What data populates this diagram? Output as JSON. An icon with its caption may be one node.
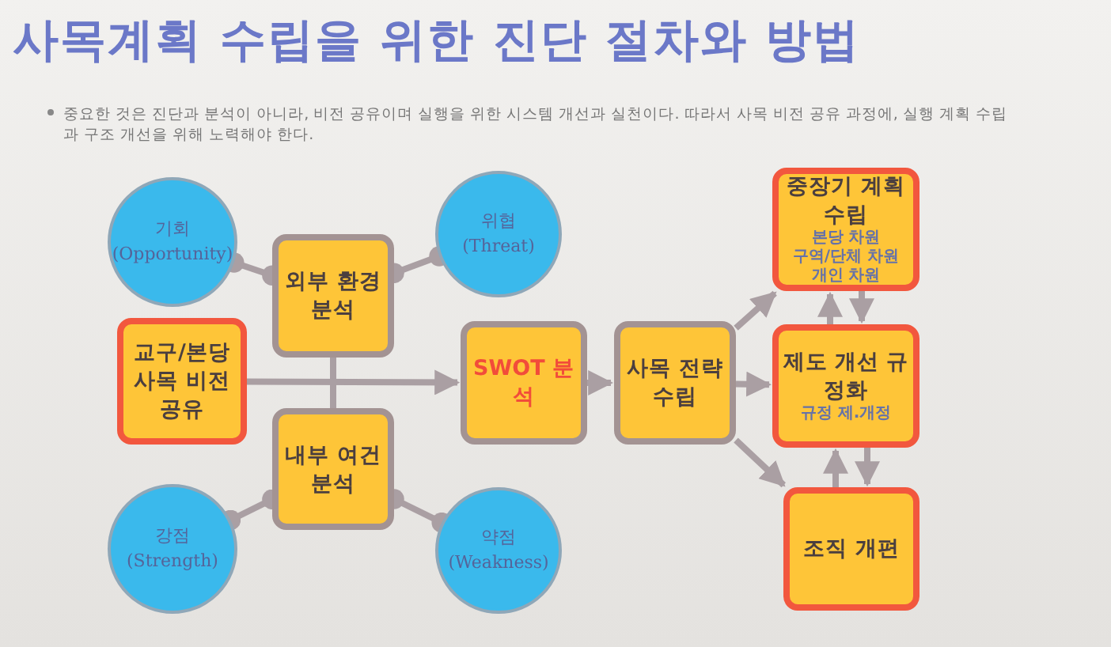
{
  "diagram": {
    "title": "사목계획 수립을 위한 진단 절차와 방법",
    "nodes": [
      {
        "text": [
          "기회",
          "(Opportunity)"
        ]
      },
      {
        "text": [
          "외부 환경 분석"
        ]
      },
      {
        "text": [
          "위협",
          "(Threat)"
        ]
      },
      {
        "text": [
          "교구/본당 사목 비전 공유"
        ]
      },
      {
        "text": [
          "SWOT 분석"
        ]
      },
      {
        "text": [
          "사목 전략 수립"
        ]
      },
      {
        "text": [
          "중장기 계획 수립",
          "본당 차원",
          "구역/단체 차원",
          "개인 차원"
        ]
      },
      {
        "text": [
          "제도 개선 규정화",
          "규정 제.개정"
        ]
      },
      {
        "text": [
          "내부 여건 분석"
        ]
      },
      {
        "text": [
          "강점",
          "(Strength)"
        ]
      },
      {
        "text": [
          "약점",
          "(Weakness)"
        ]
      },
      {
        "text": [
          "조직 개편"
        ]
      }
    ],
    "edges": [
      {
        "from": 1,
        "to": 0,
        "arrow": "other"
      },
      {
        "from": 1,
        "to": 2,
        "arrow": "other"
      },
      {
        "from": 8,
        "to": 9,
        "arrow": "other"
      },
      {
        "from": 8,
        "to": 10,
        "arrow": "other"
      },
      {
        "from": 1,
        "to": 8,
        "arrow": "none"
      },
      {
        "from": 3,
        "to": 4,
        "arrow": "to"
      },
      {
        "from": 4,
        "to": 5,
        "arrow": "to"
      },
      {
        "from": 5,
        "to": 6,
        "arrow": "to"
      },
      {
        "from": 5,
        "to": 7,
        "arrow": "to"
      },
      {
        "from": 5,
        "to": 11,
        "arrow": "to"
      },
      {
        "from": 7,
        "to": 6,
        "arrow": "to"
      },
      {
        "from": 6,
        "to": 7,
        "arrow": "to"
      },
      {
        "from": 11,
        "to": 7,
        "arrow": "to"
      },
      {
        "from": 7,
        "to": 11,
        "arrow": "to"
      }
    ],
    "labels": [
      "중요한 것은 진단과 분석이 아니라, 비전 공유이며 실행을 위한 시스템 개선과 실천이다. 따라서 사목 비전 공유 과정에, 실행 계획 수립과 구조 개선을 위해 노력해야 한다."
    ]
  }
}
